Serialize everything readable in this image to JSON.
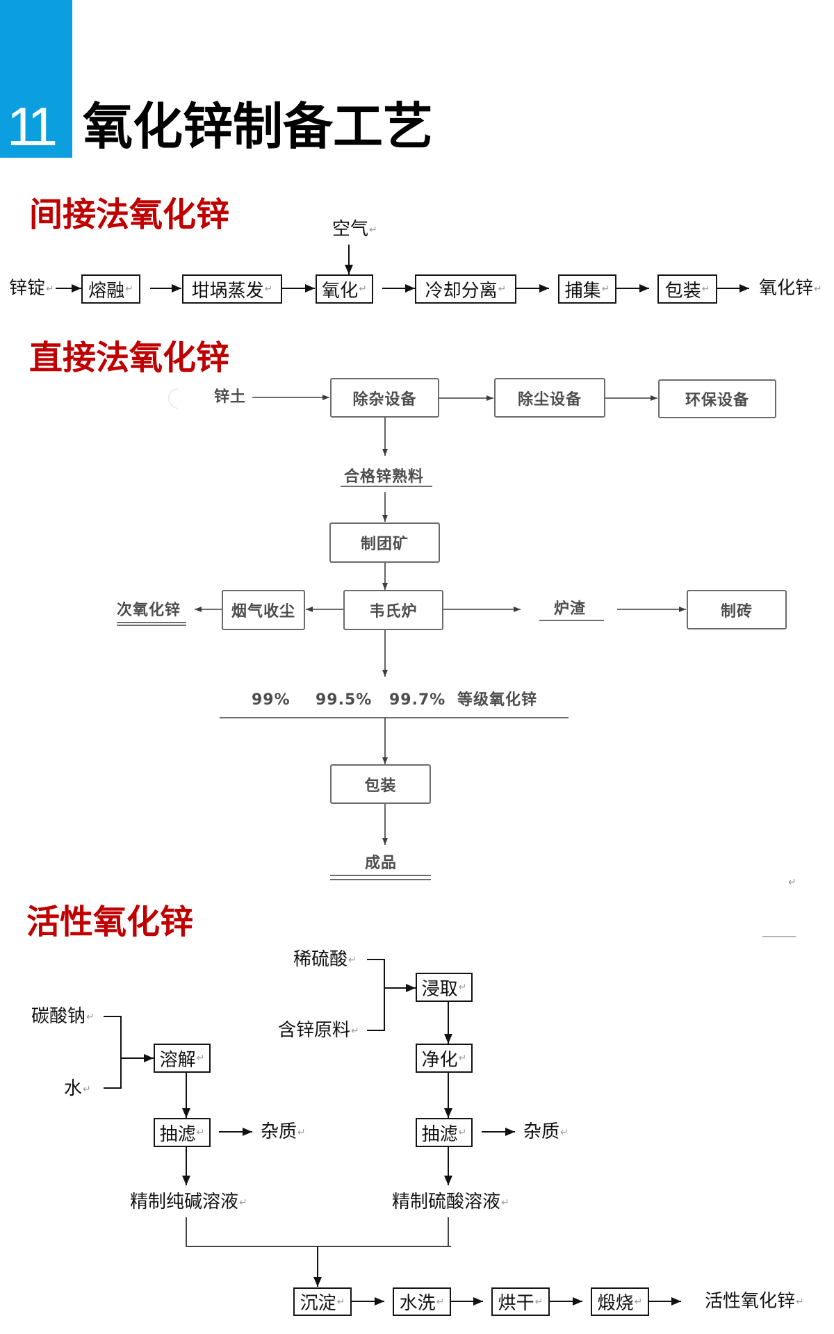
{
  "slide": {
    "number": "11",
    "title": "氧化锌制备工艺"
  },
  "colors": {
    "accent_blue": "#0c9fe0",
    "heading_red": "#c00000",
    "diagram_black": "#111111",
    "diagram_grey": "#4d4d4d"
  },
  "para_mark": "↵",
  "indirect": {
    "heading": "间接法氧化锌",
    "air_input": "空气",
    "input": "锌锭",
    "steps": [
      "熔融",
      "坩埚蒸发",
      "氧化",
      "冷却分离",
      "捕集",
      "包装"
    ],
    "output": "氧化锌"
  },
  "direct": {
    "heading": "直接法氧化锌",
    "input": "锌土",
    "equipment": [
      "除杂设备",
      "除尘设备",
      "环保设备"
    ],
    "qualified_clinker": "合格锌熟料",
    "pelletizing": "制团矿",
    "furnace": "韦氏炉",
    "flue_dust_collection": "烟气收尘",
    "secondary_zinc_oxide": "次氧化锌",
    "slag": "炉渣",
    "brick_making": "制砖",
    "grades": [
      "99%",
      "99.5%",
      "99.7%"
    ],
    "grades_label": "等级氧化锌",
    "packaging": "包装",
    "product": "成品"
  },
  "active": {
    "heading": "活性氧化锌",
    "alkali_inputs": [
      "碳酸钠",
      "水"
    ],
    "dissolve": "溶解",
    "filter_left": "抽滤",
    "impurity_left": "杂质",
    "refined_alkali": "精制纯碱溶液",
    "acid_inputs": [
      "稀硫酸",
      "含锌原料"
    ],
    "leach": "浸取",
    "purify": "净化",
    "filter_right": "抽滤",
    "impurity_right": "杂质",
    "refined_acid": "精制硫酸溶液",
    "final_steps": [
      "沉淀",
      "水洗",
      "烘干",
      "煅烧"
    ],
    "output": "活性氧化锌"
  }
}
